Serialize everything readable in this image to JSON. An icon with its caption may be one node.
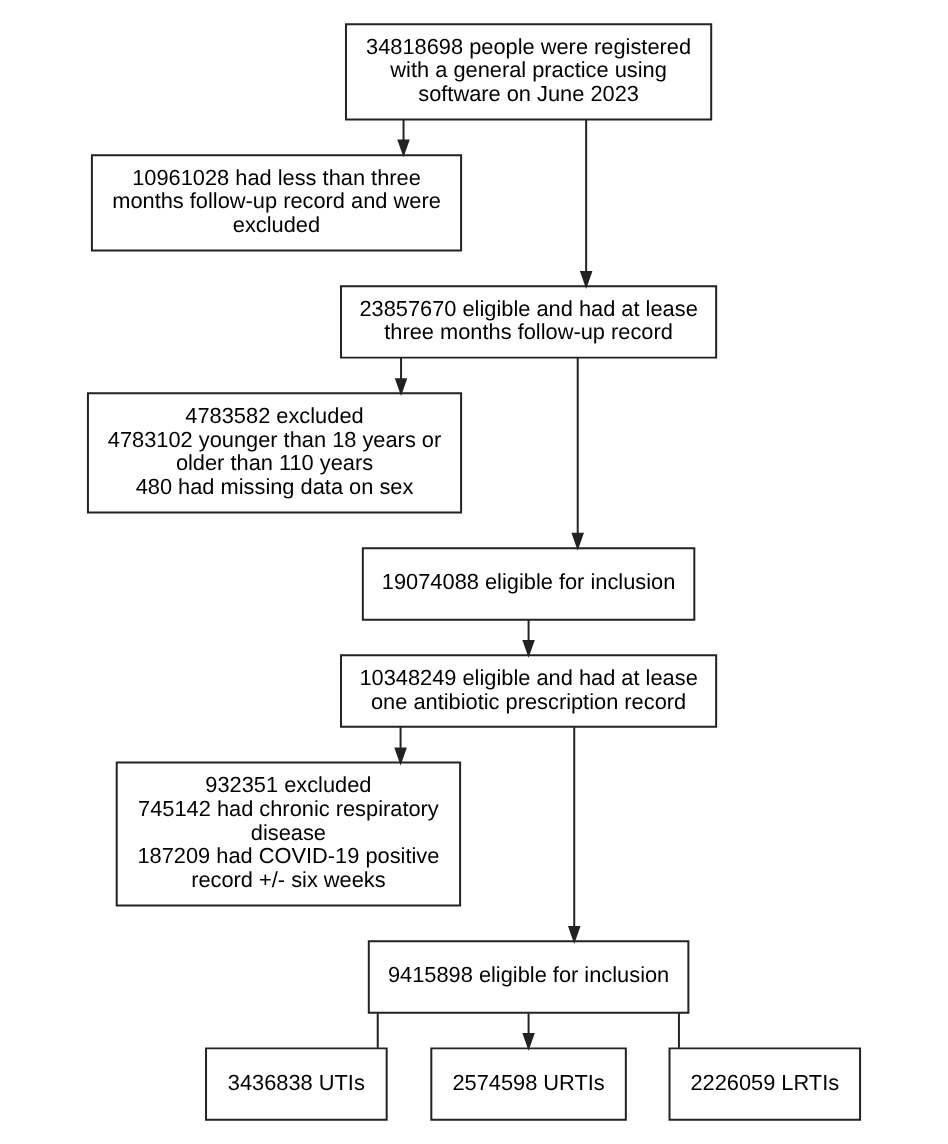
{
  "diagram": {
    "nodes": [
      {
        "text": [
          "34818698 people were registered with a general practice using software on June 2023"
        ]
      },
      {
        "text": [
          "10961028 had less than three months follow-up record and were excluded"
        ]
      },
      {
        "text": [
          "23857670 eligible and had at lease three months follow-up record"
        ]
      },
      {
        "text": [
          "4783582 excluded",
          "4783102 younger than 18 years or older than 110 years",
          "480 had missing data on sex"
        ]
      },
      {
        "text": [
          "19074088 eligible for inclusion"
        ]
      },
      {
        "text": [
          "10348249 eligible and had at lease one antibiotic prescription record"
        ]
      },
      {
        "text": [
          "932351 excluded",
          "745142 had chronic respiratory disease",
          "187209 had COVID-19 positive record +/- six weeks"
        ]
      },
      {
        "text": [
          "9415898 eligible for inclusion"
        ]
      },
      {
        "text": [
          "3436838 UTIs"
        ]
      },
      {
        "text": [
          "2574598 URTIs"
        ]
      },
      {
        "text": [
          "2226059 LRTIs"
        ]
      }
    ],
    "edges": [
      {
        "from": 0,
        "to": 1,
        "arrow": "to"
      },
      {
        "from": 0,
        "to": 2,
        "arrow": "to"
      },
      {
        "from": 2,
        "to": 3,
        "arrow": "to"
      },
      {
        "from": 2,
        "to": 4,
        "arrow": "to"
      },
      {
        "from": 4,
        "to": 5,
        "arrow": "to"
      },
      {
        "from": 5,
        "to": 6,
        "arrow": "to"
      },
      {
        "from": 5,
        "to": 7,
        "arrow": "to"
      },
      {
        "from": 7,
        "to": 8,
        "arrow": "none"
      },
      {
        "from": 7,
        "to": 9,
        "arrow": "to"
      },
      {
        "from": 7,
        "to": 10,
        "arrow": "none"
      }
    ]
  }
}
